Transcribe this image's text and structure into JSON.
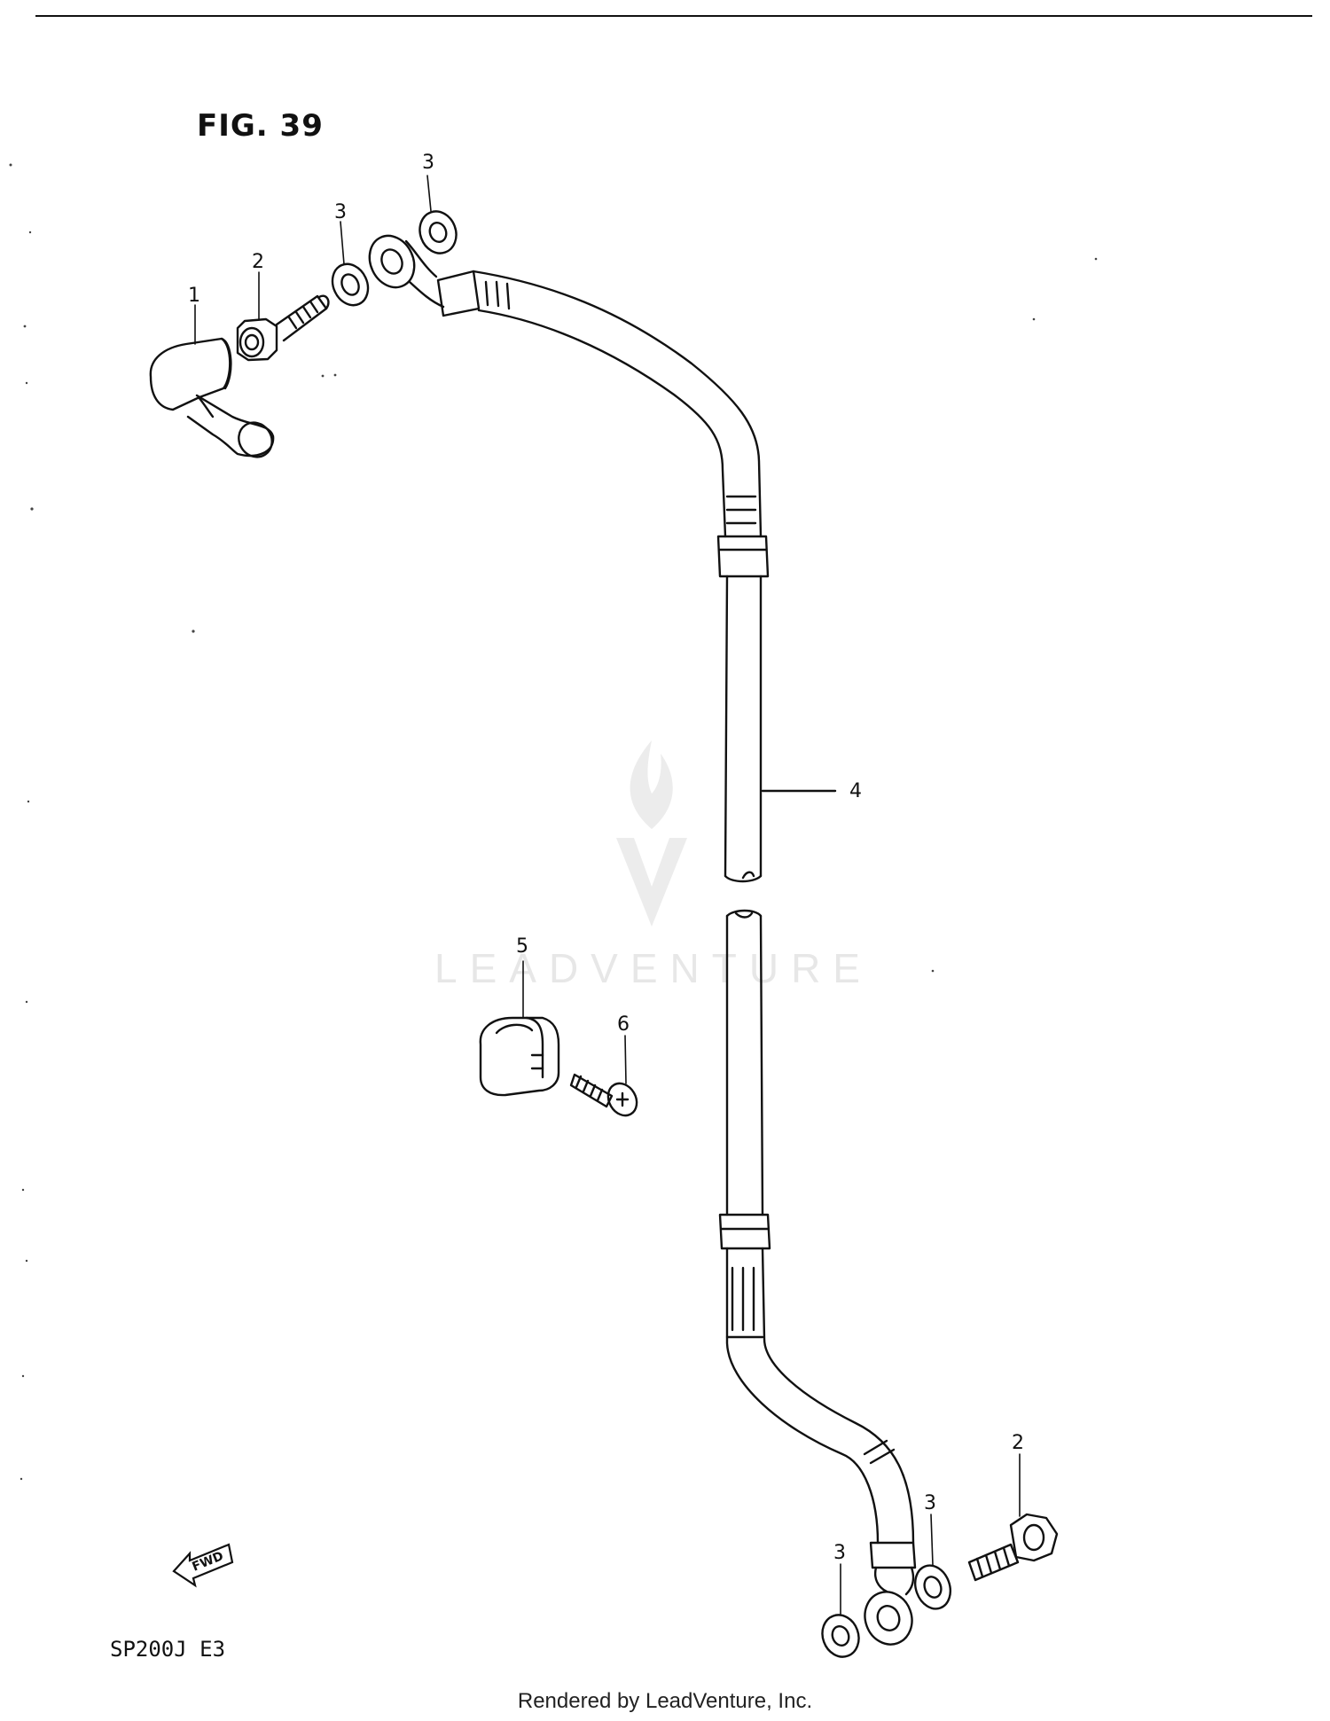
{
  "figure": {
    "title": "FIG. 39",
    "model_code": "SP200J  E3",
    "footer_credit": "Rendered by LeadVenture, Inc.",
    "watermark": "LEADVENTURE",
    "direction_label": "FWD"
  },
  "callouts": {
    "part_1": "1",
    "part_2_top": "2",
    "part_3_top_a": "3",
    "part_3_top_b": "3",
    "part_4": "4",
    "part_5": "5",
    "part_6": "6",
    "part_2_bottom": "2",
    "part_3_bottom_a": "3",
    "part_3_bottom_b": "3"
  },
  "colors": {
    "line": "#111111",
    "background": "#ffffff",
    "watermark": "#e7e7e7"
  }
}
